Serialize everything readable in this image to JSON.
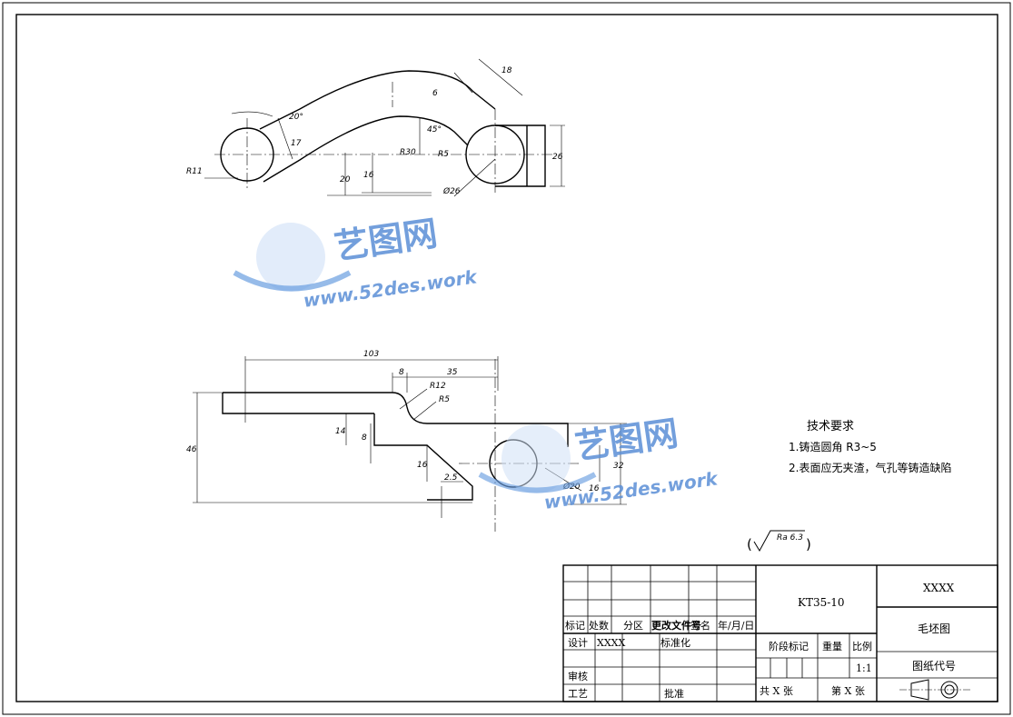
{
  "dimensions_top": {
    "angle_20": "20°",
    "d17": "17",
    "r11": "R11",
    "r30": "R30",
    "d20": "20",
    "d16": "16",
    "dia26": "Ø26",
    "r5": "R5",
    "angle_45": "45°",
    "d6": "6",
    "d18": "18",
    "d26": "26"
  },
  "dimensions_front": {
    "d103": "103",
    "d8_top": "8",
    "d35": "35",
    "r12": "R12",
    "r5": "R5",
    "d46": "46",
    "d14": "14",
    "d8_left": "8",
    "d16": "16",
    "d2_5": "2.5",
    "dia20": "Ø20",
    "d16_right": "16",
    "d32": "32"
  },
  "tech_requirements": {
    "heading": "技术要求",
    "item1": "1.铸造圆角 R3~5",
    "item2": "2.表面应无夹渣，气孔等铸造缺陷"
  },
  "roughness": {
    "value": "Ra 6.3",
    "open": "(",
    "close": ")"
  },
  "watermark": {
    "brand": "艺图网",
    "url": "www.52des.work"
  },
  "title_block": {
    "drawing_number": "KT35-10",
    "company": "XXXX",
    "part_name": "毛坯图",
    "drawing_code_label": "图纸代号",
    "header_mark": "标记",
    "header_count": "处数",
    "header_zone": "分区",
    "header_change_doc": "更改文件号",
    "header_signature": "签名",
    "header_date": "年/月/日",
    "design_label": "设计",
    "design_value": "XXXX",
    "standardize_label": "标准化",
    "review_label": "审核",
    "process_label": "工艺",
    "approve_label": "批准",
    "stage_mark_label": "阶段标记",
    "weight_label": "重量",
    "scale_label": "比例",
    "scale_value": "1:1",
    "total_sheets": "共 X 张",
    "sheet_no": "第 X 张"
  }
}
